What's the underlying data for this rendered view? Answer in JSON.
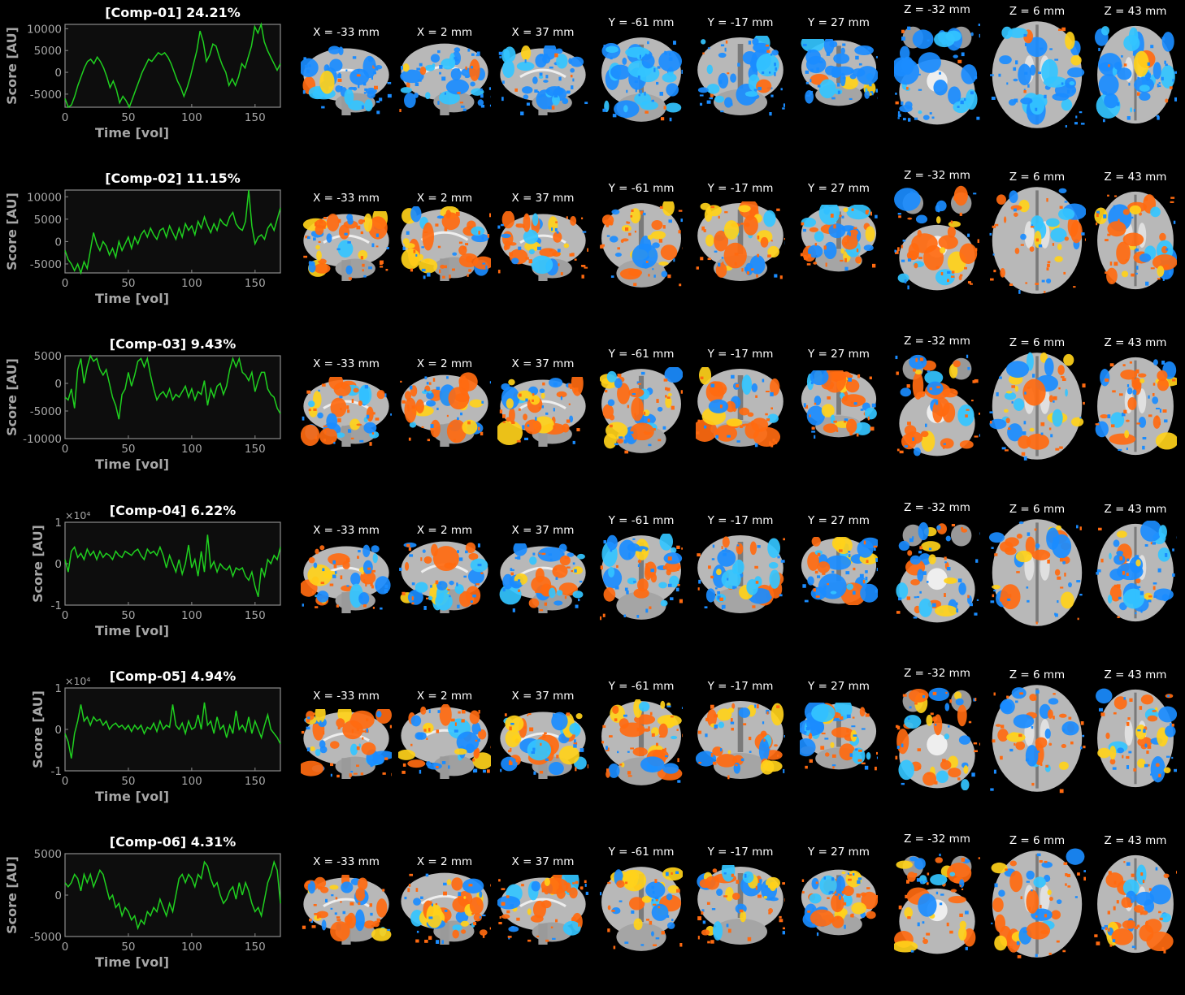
{
  "colors": {
    "background": "#000000",
    "trace": "#1fd01f",
    "axes": "#8c8c8c",
    "tick_text": "#a6a6a6",
    "plot_bg": "#0d0d0d",
    "negative_map": "#1a8cff",
    "negative_map_light": "#33c4ff",
    "positive_map": "#ff6a10",
    "positive_map_light": "#ffd11a",
    "brain": "#b8b8b8"
  },
  "slice_labels": [
    "X = -33 mm",
    "X = 2 mm",
    "X = 37 mm",
    "Y = -61 mm",
    "Y = -17 mm",
    "Y = 27 mm",
    "Z = -32 mm",
    "Z = 6 mm",
    "Z = 43 mm"
  ],
  "chart_data": [
    {
      "type": "line",
      "title": "[Comp-01] 24.21%",
      "xlabel": "Time [vol]",
      "ylabel": "Score [AU]",
      "xlim": [
        0,
        170
      ],
      "ylim": [
        -8000,
        11000
      ],
      "xticks": [
        0,
        50,
        100,
        150
      ],
      "yticks": [
        -5000,
        0,
        5000,
        10000
      ],
      "ytick_labels": [
        "-5000",
        "0",
        "5000",
        "10000"
      ],
      "exponent": "",
      "series": [
        {
          "values": [
            -6000,
            -8000,
            -7500,
            -5500,
            -3000,
            -1000,
            1000,
            2500,
            3000,
            2000,
            3500,
            2500,
            1000,
            -1000,
            -3500,
            -2000,
            -4000,
            -7000,
            -5500,
            -6500,
            -8000,
            -6000,
            -4000,
            -2000,
            0,
            1500,
            3000,
            2500,
            3500,
            4500,
            4000,
            4500,
            3500,
            2000,
            0,
            -2000,
            -3500,
            -5500,
            -3500,
            -1000,
            2000,
            5000,
            9500,
            7000,
            2500,
            4000,
            6500,
            6000,
            3500,
            1500,
            0,
            -3000,
            -1500,
            -3000,
            -1000,
            2000,
            1000,
            3500,
            6000,
            10500,
            9000,
            11000,
            7000,
            5000,
            3500,
            2000,
            500,
            2000
          ]
        }
      ]
    },
    {
      "type": "line",
      "title": "[Comp-02] 11.15%",
      "xlabel": "Time [vol]",
      "ylabel": "Score [AU]",
      "xlim": [
        0,
        170
      ],
      "ylim": [
        -7000,
        11500
      ],
      "xticks": [
        0,
        50,
        100,
        150
      ],
      "yticks": [
        -5000,
        0,
        5000,
        10000
      ],
      "ytick_labels": [
        "-5000",
        "0",
        "5000",
        "10000"
      ],
      "exponent": "",
      "series": [
        {
          "values": [
            -2000,
            -4000,
            -5000,
            -6500,
            -5000,
            -7000,
            -4500,
            -6000,
            -2000,
            2000,
            -500,
            -2000,
            0,
            -1000,
            -3000,
            -1500,
            -3500,
            0,
            -2000,
            -500,
            1000,
            -1500,
            1000,
            -500,
            1500,
            2500,
            1000,
            3000,
            1500,
            500,
            2500,
            3000,
            1000,
            3500,
            2000,
            500,
            3000,
            1000,
            4000,
            2500,
            3500,
            1500,
            4500,
            3000,
            5500,
            3500,
            2000,
            4000,
            2500,
            5000,
            4000,
            3500,
            5500,
            6500,
            4000,
            3000,
            2500,
            4500,
            11500,
            3500,
            -500,
            1000,
            1500,
            500,
            3000,
            4000,
            2500,
            5000,
            7500
          ]
        }
      ]
    },
    {
      "type": "line",
      "title": "[Comp-03] 9.43%",
      "xlabel": "Time [vol]",
      "ylabel": "Score [AU]",
      "xlim": [
        0,
        170
      ],
      "ylim": [
        -10000,
        5000
      ],
      "xticks": [
        0,
        50,
        100,
        150
      ],
      "yticks": [
        -10000,
        -5000,
        0,
        5000
      ],
      "ytick_labels": [
        "-10000",
        "-5000",
        "0",
        "5000"
      ],
      "exponent": "",
      "series": [
        {
          "values": [
            -2500,
            -3000,
            -1000,
            -4500,
            2500,
            4500,
            0,
            3000,
            5000,
            4000,
            4500,
            2500,
            1500,
            2500,
            0,
            -2500,
            -4000,
            -6500,
            -2000,
            -1000,
            2000,
            -500,
            1500,
            4000,
            4500,
            3000,
            4500,
            1500,
            -1000,
            -3000,
            -2000,
            -1500,
            -2500,
            -1000,
            -3000,
            -2000,
            -2500,
            -1500,
            -500,
            -2500,
            -1000,
            -3000,
            -1500,
            -2000,
            500,
            -4000,
            -1000,
            -2500,
            -500,
            0,
            -2000,
            -500,
            2500,
            4500,
            3000,
            4500,
            2000,
            1500,
            500,
            2000,
            -1500,
            500,
            2000,
            2000,
            -1000,
            -2000,
            -2500,
            -4500,
            -5500
          ]
        }
      ]
    },
    {
      "type": "line",
      "title": "[Comp-04] 6.22%",
      "xlabel": "Time [vol]",
      "ylabel": "Score [AU]",
      "xlim": [
        0,
        170
      ],
      "ylim": [
        -1,
        1
      ],
      "xticks": [
        0,
        50,
        100,
        150
      ],
      "yticks": [
        -1,
        0,
        1
      ],
      "ytick_labels": [
        "-1",
        "0",
        "1"
      ],
      "exponent": "×10⁴",
      "series": [
        {
          "values": [
            0.1,
            -0.2,
            0.3,
            0.4,
            0.15,
            0.25,
            0.1,
            0.35,
            0.2,
            0.3,
            0.1,
            0.3,
            0.15,
            0.25,
            0.2,
            0.1,
            0.3,
            0.2,
            0.15,
            0.3,
            0.25,
            0.2,
            0.3,
            0.35,
            0.2,
            0.1,
            0.35,
            0.25,
            0.3,
            0.2,
            0.4,
            0.2,
            -0.1,
            0.2,
            0.0,
            -0.2,
            0.1,
            -0.25,
            0.0,
            0.45,
            -0.1,
            0.1,
            -0.3,
            0.3,
            -0.2,
            0.7,
            -0.1,
            0.05,
            -0.2,
            0.0,
            -0.1,
            -0.15,
            -0.05,
            -0.3,
            -0.1,
            -0.15,
            -0.1,
            -0.3,
            -0.4,
            -0.2,
            -0.55,
            -0.8,
            -0.1,
            -0.3,
            0.1,
            0.0,
            0.2,
            0.1,
            0.4
          ]
        }
      ]
    },
    {
      "type": "line",
      "title": "[Comp-05] 4.94%",
      "xlabel": "Time [vol]",
      "ylabel": "Score [AU]",
      "xlim": [
        0,
        170
      ],
      "ylim": [
        -1,
        1
      ],
      "xticks": [
        0,
        50,
        100,
        150
      ],
      "yticks": [
        -1,
        0,
        1
      ],
      "ytick_labels": [
        "-1",
        "0",
        "1"
      ],
      "exponent": "×10⁴",
      "series": [
        {
          "values": [
            -0.1,
            -0.3,
            -0.7,
            -0.1,
            0.2,
            0.6,
            0.2,
            0.3,
            0.1,
            0.3,
            0.2,
            0.25,
            0.1,
            0.2,
            0.0,
            0.1,
            0.15,
            0.05,
            0.1,
            0.0,
            0.1,
            -0.05,
            0.1,
            0.0,
            0.1,
            -0.1,
            0.05,
            0.0,
            0.15,
            -0.05,
            0.2,
            0.0,
            0.1,
            0.05,
            0.6,
            0.1,
            0.0,
            0.15,
            -0.1,
            0.2,
            0.0,
            0.05,
            0.35,
            0.0,
            0.65,
            0.1,
            0.2,
            -0.1,
            0.3,
            0.0,
            0.1,
            -0.2,
            0.1,
            -0.1,
            0.45,
            0.0,
            0.1,
            -0.05,
            0.3,
            -0.1,
            0.2,
            0.0,
            -0.2,
            0.1,
            0.35,
            0.0,
            -0.1,
            -0.2,
            -0.35
          ]
        }
      ]
    },
    {
      "type": "line",
      "title": "[Comp-06] 4.31%",
      "xlabel": "Time [vol]",
      "ylabel": "Score [AU]",
      "xlim": [
        0,
        170
      ],
      "ylim": [
        -5000,
        5000
      ],
      "xticks": [
        0,
        50,
        100,
        150
      ],
      "yticks": [
        -5000,
        0,
        5000
      ],
      "ytick_labels": [
        "-5000",
        "0",
        "5000"
      ],
      "exponent": "",
      "series": [
        {
          "values": [
            1500,
            1000,
            1500,
            2500,
            2000,
            500,
            2500,
            1500,
            2500,
            1000,
            2000,
            3000,
            2500,
            1000,
            -500,
            0,
            -1500,
            -1000,
            -2500,
            -1500,
            -2000,
            -3000,
            -2500,
            -4000,
            -3000,
            -3500,
            -2000,
            -2500,
            -1500,
            -2000,
            -500,
            -1500,
            -2500,
            -1000,
            -2000,
            0,
            2000,
            2500,
            1500,
            2500,
            2000,
            1000,
            2500,
            2000,
            4000,
            3500,
            2000,
            1000,
            1500,
            0,
            -1000,
            -500,
            500,
            1000,
            -500,
            1500,
            0,
            1500,
            500,
            -1000,
            -2000,
            -1500,
            -2500,
            -500,
            1500,
            2500,
            4000,
            3000,
            -1000
          ]
        }
      ]
    }
  ]
}
